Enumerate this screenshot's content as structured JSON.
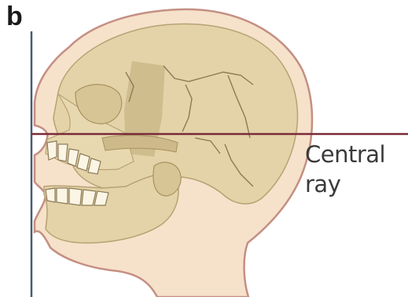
{
  "figure": {
    "panel_letter": "b",
    "annotation": {
      "line1": "Central",
      "line2": "ray"
    },
    "colors": {
      "skin": "#f6e1ca",
      "skin_outline": "#c48f83",
      "bone": "#e4d3a8",
      "bone_shadow": "#cdb98a",
      "bone_dark": "#b8a274",
      "suture": "#8c7a55",
      "ray_line": "#7a2a38",
      "reference_line": "#4b5a73"
    }
  }
}
